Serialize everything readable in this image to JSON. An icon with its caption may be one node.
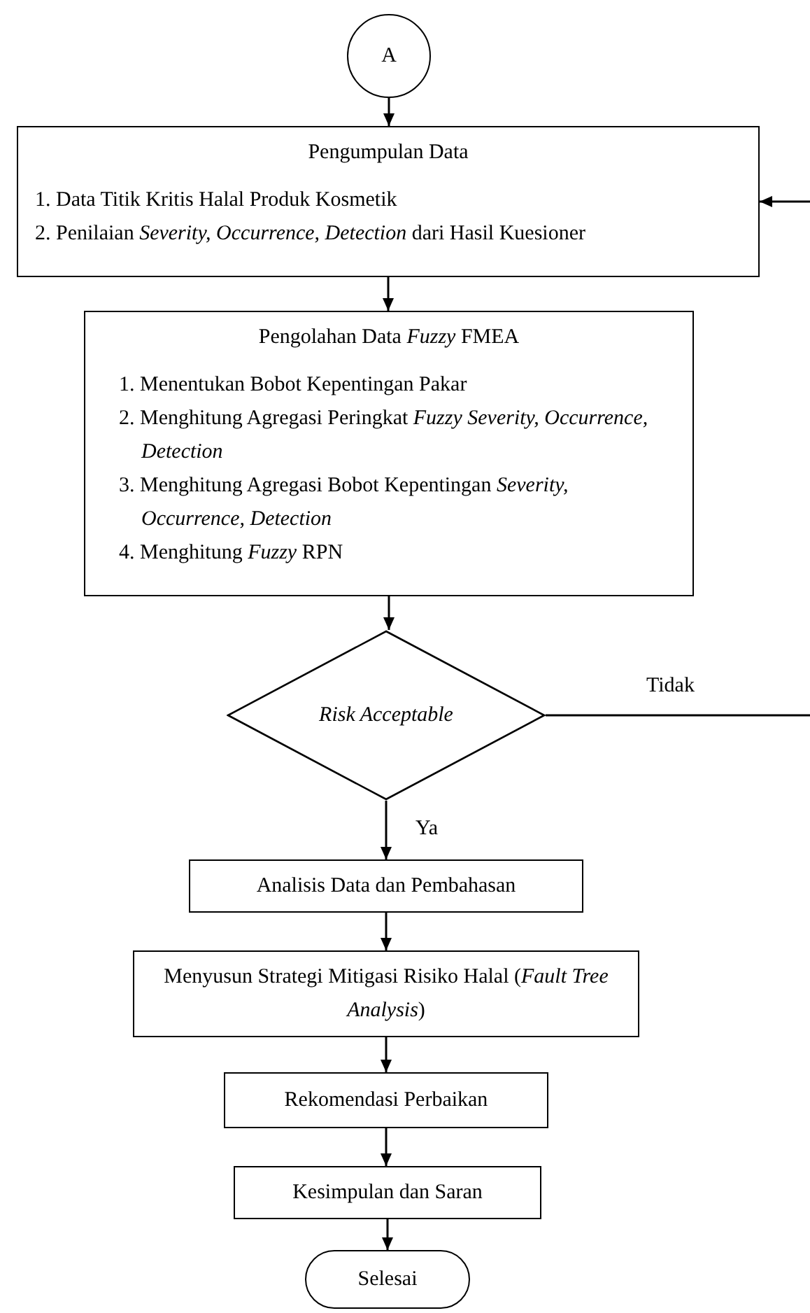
{
  "diagram": {
    "nodes": [
      {
        "text": [
          "A"
        ]
      },
      {
        "text": [
          "Pengumpulan Data",
          "1. Data Titik Kritis Halal Produk Kosmetik",
          "2. Penilaian *Severity, Occurrence, Detection* dari Hasil Kuesioner"
        ]
      },
      {
        "text": [
          "Pengolahan Data *Fuzzy* FMEA",
          "1. Menentukan Bobot Kepentingan Pakar",
          "2. Menghitung Agregasi Peringkat *Fuzzy Severity, Occurrence, Detection*",
          "3. Menghitung Agregasi Bobot Kepentingan *Severity, Occurrence, Detection*",
          "4. Menghitung *Fuzzy* RPN"
        ]
      },
      {
        "text": [
          "Risk Acceptable"
        ]
      },
      {
        "text": [
          "Analisis Data dan Pembahasan"
        ]
      },
      {
        "text": [
          "Menyusun Strategi Mitigasi Risiko Halal (*Fault Tree Analysis*)"
        ]
      },
      {
        "text": [
          "Rekomendasi Perbaikan"
        ]
      },
      {
        "text": [
          "Kesimpulan dan Saran"
        ]
      },
      {
        "text": [
          "Selesai"
        ]
      }
    ],
    "edges": [
      {
        "from": 0,
        "to": 1,
        "arrow": "to"
      },
      {
        "from": 1,
        "to": 2,
        "arrow": "to"
      },
      {
        "from": 2,
        "to": 3,
        "arrow": "to"
      },
      {
        "from": 3,
        "to": 4,
        "arrow": "to",
        "label": "Ya"
      },
      {
        "from": 4,
        "to": 5,
        "arrow": "to"
      },
      {
        "from": 5,
        "to": 6,
        "arrow": "to"
      },
      {
        "from": 6,
        "to": 7,
        "arrow": "to"
      },
      {
        "from": 7,
        "to": 8,
        "arrow": "to"
      },
      {
        "from": 3,
        "to": null,
        "arrow": "none",
        "label": "Tidak"
      },
      {
        "from": null,
        "to": 1,
        "arrow": "to"
      }
    ]
  }
}
